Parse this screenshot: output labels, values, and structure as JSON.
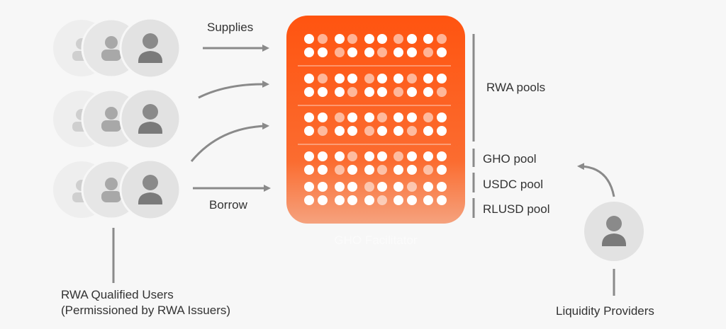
{
  "diagram": {
    "arrows": {
      "supplies_label": "Supplies",
      "borrow_label": "Borrow"
    },
    "hub": {
      "label": "GHO Facilitator",
      "gradient_top": "#ff5410",
      "gradient_bottom": "#f4a07a"
    },
    "pool_groups": [
      {
        "label": "RWA pools",
        "rows": 6
      },
      {
        "label": "GHO pool",
        "rows": 2
      },
      {
        "label": "USDC pool",
        "rows": 1
      },
      {
        "label": "RLUSD pool",
        "rows": 1
      }
    ],
    "user_groups": {
      "caption_line1": "RWA Qualified Users",
      "caption_line2": "(Permissioned by RWA Issuers)"
    },
    "provider": {
      "caption": "Liquidity Providers"
    },
    "colors": {
      "arrow": "#8a8a8a",
      "avatar_circle": "#e3e3e3",
      "avatar_person": "#7a7a7a",
      "text": "#333333"
    },
    "icons": [
      "user-icon"
    ]
  }
}
